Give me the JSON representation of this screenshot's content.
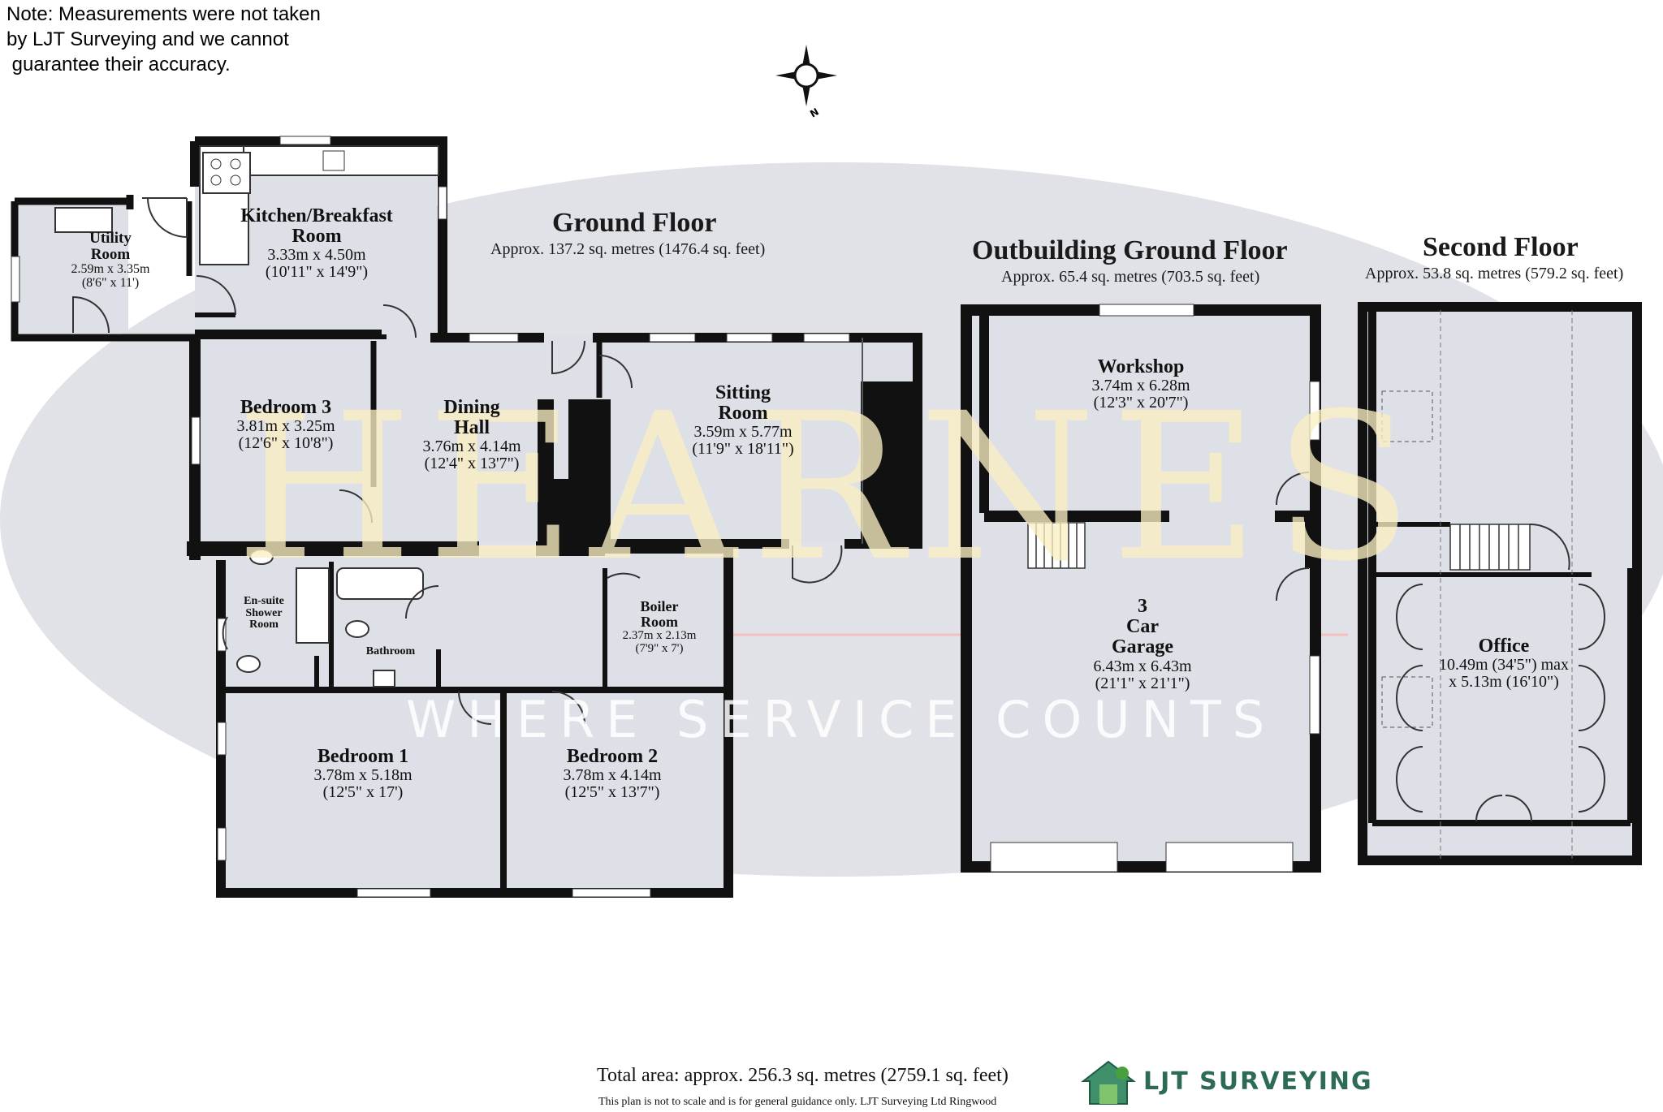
{
  "note": "Note: Measurements were not taken\nby LJT Surveying and we cannot\n guarantee their accuracy.",
  "watermark": {
    "main": "HEARNES",
    "tagline": "WHERE SERVICE COUNTS"
  },
  "compass": {
    "label": "N"
  },
  "floors": {
    "ground": {
      "title": "Ground Floor",
      "area": "Approx. 137.2 sq. metres (1476.4 sq. feet)"
    },
    "outbuilding": {
      "title": "Outbuilding Ground Floor",
      "area": "Approx. 65.4 sq. metres (703.5 sq. feet)"
    },
    "second": {
      "title": "Second Floor",
      "area": "Approx. 53.8 sq. metres (579.2 sq. feet)"
    }
  },
  "rooms": {
    "utility": {
      "name_1": "Utility",
      "name_2": "Room",
      "metric": "2.59m x 3.35m",
      "imperial": "(8'6\" x 11')"
    },
    "kitchen": {
      "name_1": "Kitchen/Breakfast",
      "name_2": "Room",
      "metric": "3.33m x 4.50m",
      "imperial": "(10'11\" x 14'9\")"
    },
    "bedroom3": {
      "name": "Bedroom 3",
      "metric": "3.81m x 3.25m",
      "imperial": "(12'6\" x 10'8\")"
    },
    "dining": {
      "name_1": "Dining",
      "name_2": "Hall",
      "metric": "3.76m x 4.14m",
      "imperial": "(12'4\" x 13'7\")"
    },
    "sitting": {
      "name_1": "Sitting",
      "name_2": "Room",
      "metric": "3.59m x 5.77m",
      "imperial": "(11'9\" x 18'11\")"
    },
    "ensuite": {
      "name_1": "En-suite",
      "name_2": "Shower",
      "name_3": "Room"
    },
    "bathroom": {
      "name": "Bathroom"
    },
    "boiler": {
      "name_1": "Boiler",
      "name_2": "Room",
      "metric": "2.37m x 2.13m",
      "imperial": "(7'9\" x 7')"
    },
    "bedroom1": {
      "name": "Bedroom 1",
      "metric": "3.78m x 5.18m",
      "imperial": "(12'5\" x 17')"
    },
    "bedroom2": {
      "name": "Bedroom 2",
      "metric": "3.78m x 4.14m",
      "imperial": "(12'5\" x 13'7\")"
    },
    "workshop": {
      "name": "Workshop",
      "metric": "3.74m x 6.28m",
      "imperial": "(12'3\" x 20'7\")"
    },
    "garage": {
      "name_1": "3",
      "name_2": "Car",
      "name_3": "Garage",
      "metric": "6.43m x 6.43m",
      "imperial": "(21'1\" x 21'1\")"
    },
    "office": {
      "name": "Office",
      "metric": "10.49m (34'5\") max",
      "imperial": "x 5.13m (16'10\")"
    }
  },
  "footer": {
    "total": "Total area: approx. 256.3 sq. metres (2759.1 sq. feet)",
    "disclaimer": "This plan is not to scale and is for general guidance only. LJT Surveying Ltd Ringwood",
    "brand": "LJT SURVEYING"
  },
  "colors": {
    "wall": "#111111",
    "floor": "#d9dbe1",
    "watermark_oval": "#cfd3dd",
    "brand": "#2e6b57"
  }
}
